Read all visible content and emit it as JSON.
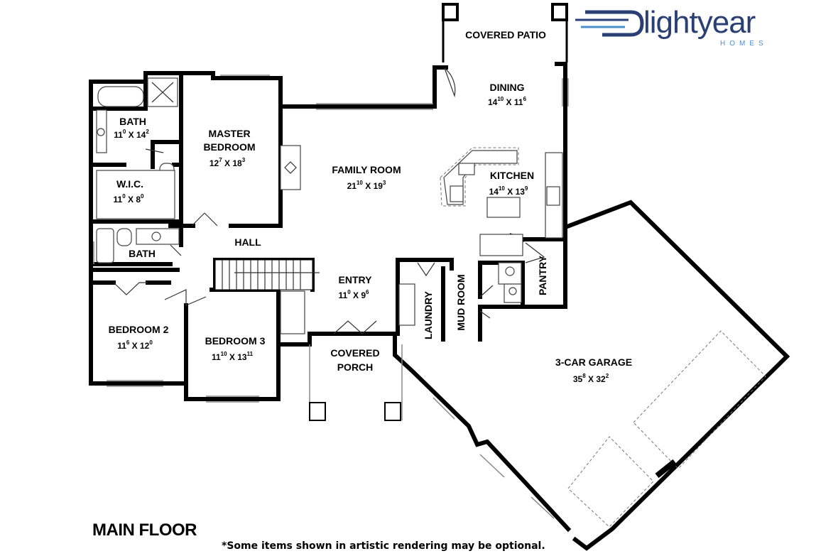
{
  "brand": {
    "name": "lightyear",
    "sub": "HOMES",
    "colors": {
      "dark": "#2a3f73",
      "light": "#4a8fd0"
    }
  },
  "floor_title": "MAIN FLOOR",
  "disclaimer": "*Some items shown in artistic rendering may be optional.",
  "rooms": {
    "covered_patio": {
      "name": "COVERED PATIO"
    },
    "dining": {
      "name": "DINING",
      "w": "14",
      "w_in": "10",
      "d": "11",
      "d_in": "6"
    },
    "master_bedroom": {
      "name1": "MASTER",
      "name2": "BEDROOM",
      "w": "12",
      "w_in": "7",
      "d": "18",
      "d_in": "3"
    },
    "bath1": {
      "name": "BATH",
      "w": "11",
      "w_in": "0",
      "d": "14",
      "d_in": "2"
    },
    "wic": {
      "name": "W.I.C.",
      "w": "11",
      "w_in": "0",
      "d": "8",
      "d_in": "0"
    },
    "family_room": {
      "name": "FAMILY ROOM",
      "w": "21",
      "w_in": "10",
      "d": "19",
      "d_in": "3"
    },
    "kitchen": {
      "name": "KITCHEN",
      "w": "14",
      "w_in": "10",
      "d": "13",
      "d_in": "9"
    },
    "bath2": {
      "name": "BATH"
    },
    "hall": {
      "name": "HALL"
    },
    "entry": {
      "name": "ENTRY",
      "w": "11",
      "w_in": "0",
      "d": "9",
      "d_in": "6"
    },
    "laundry": {
      "name": "LAUNDRY"
    },
    "mud_room": {
      "name": "MUD ROOM"
    },
    "pantry": {
      "name": "PANTRY"
    },
    "bedroom2": {
      "name": "BEDROOM 2",
      "w": "11",
      "w_in": "6",
      "d": "12",
      "d_in": "0"
    },
    "bedroom3": {
      "name": "BEDROOM 3",
      "w": "11",
      "w_in": "10",
      "d": "13",
      "d_in": "11"
    },
    "covered_porch": {
      "name1": "COVERED",
      "name2": "PORCH"
    },
    "garage": {
      "name": "3-CAR GARAGE",
      "w": "35",
      "w_in": "8",
      "d": "32",
      "d_in": "2"
    }
  }
}
